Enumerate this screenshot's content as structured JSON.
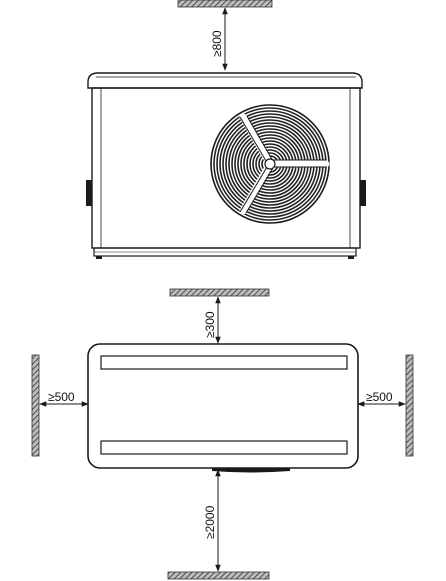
{
  "clearances": {
    "front_view_top": "≥800",
    "plan_rear": "≥300",
    "plan_left": "≥500",
    "plan_right": "≥500",
    "plan_front": "≥2000"
  },
  "colors": {
    "line": "#1a1a1a",
    "wall_fill": "#7a7a7a",
    "fan_dark": "#222222"
  }
}
